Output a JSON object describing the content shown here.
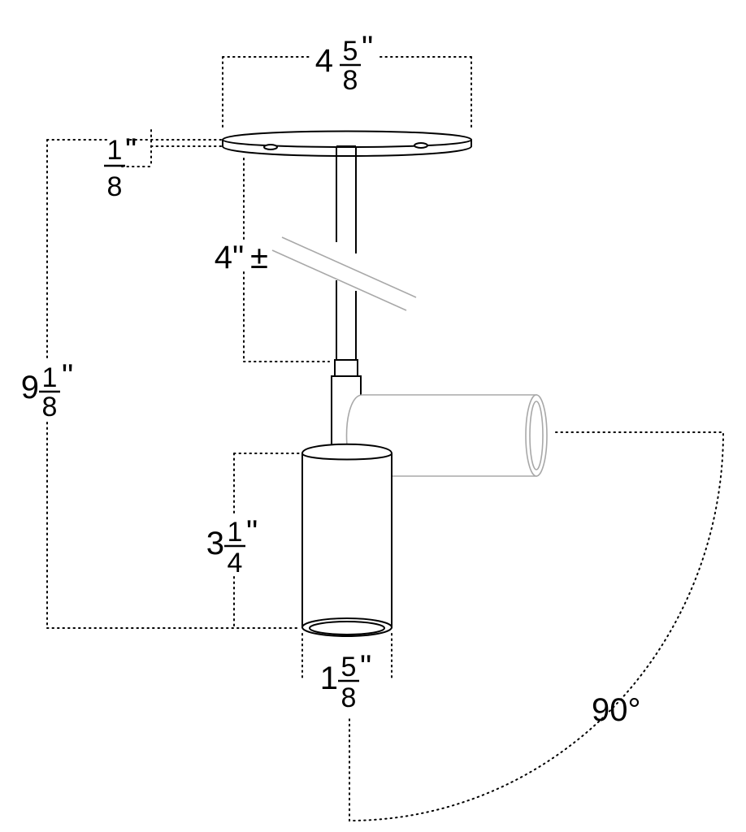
{
  "dimensions": {
    "canopy_width": {
      "whole": "4",
      "numerator": "5",
      "denominator": "8",
      "unit": "\""
    },
    "canopy_thickness": {
      "numerator": "1",
      "denominator": "8",
      "unit": "\""
    },
    "stem_length": {
      "value": "4",
      "unit": "\"",
      "tolerance": "±"
    },
    "overall_height": {
      "whole": "9",
      "numerator": "1",
      "denominator": "8",
      "unit": "\""
    },
    "cylinder_height": {
      "whole": "3",
      "numerator": "1",
      "denominator": "4",
      "unit": "\""
    },
    "cylinder_diameter": {
      "whole": "1",
      "numerator": "5",
      "denominator": "8",
      "unit": "\""
    },
    "rotation": {
      "value": "90°"
    }
  }
}
